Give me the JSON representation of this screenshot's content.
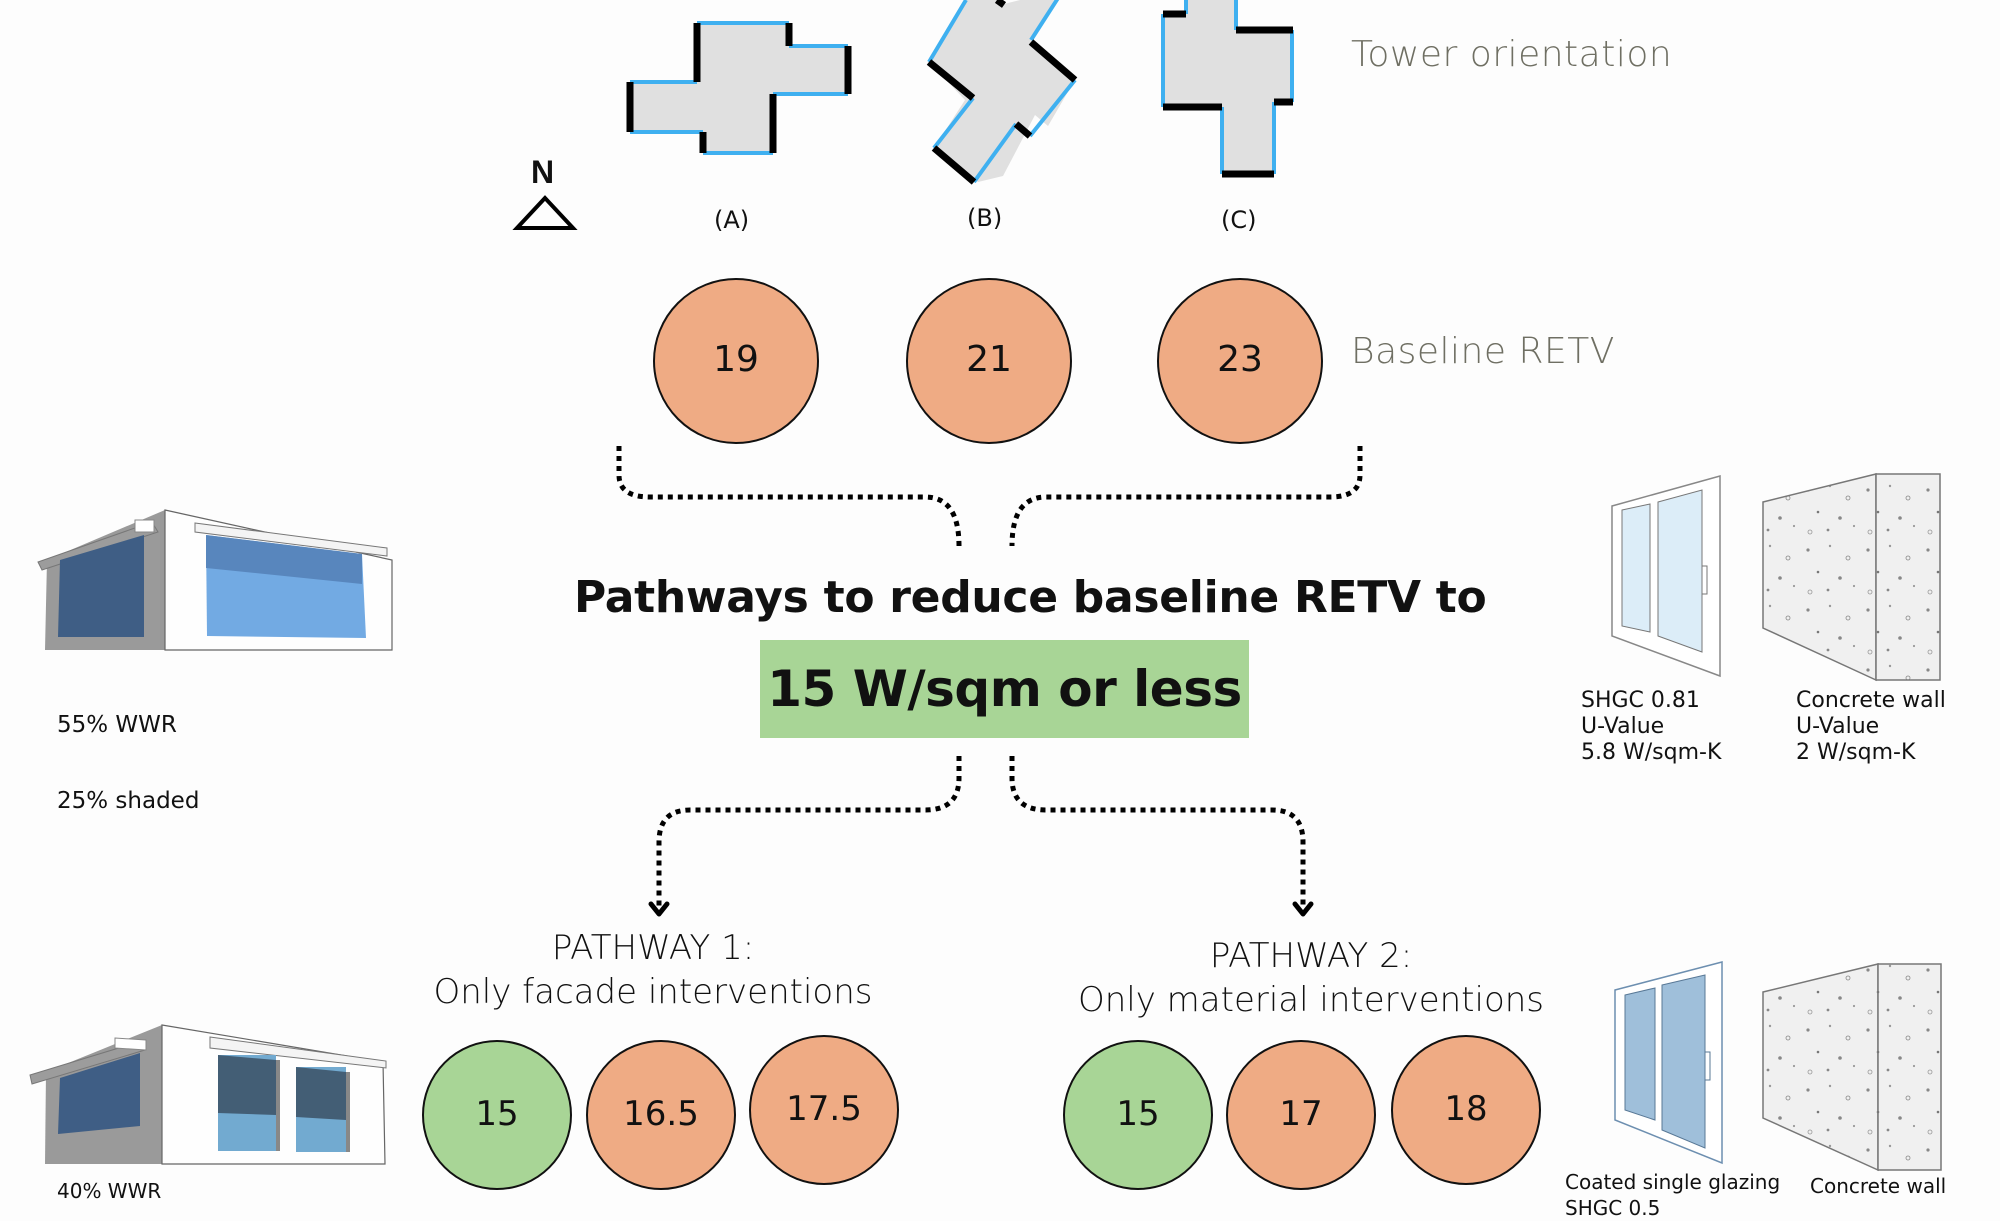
{
  "orientation": {
    "label": "Tower orientation",
    "north_label": "N",
    "towers": [
      {
        "id": "A",
        "label": "(A)"
      },
      {
        "id": "B",
        "label": "(B)"
      },
      {
        "id": "C",
        "label": "(C)"
      }
    ]
  },
  "baseline": {
    "label": "Baseline RETV",
    "values": [
      "19",
      "21",
      "23"
    ]
  },
  "goal": {
    "title": "Pathways to reduce baseline RETV to",
    "target": "15 W/sqm or less"
  },
  "pathway1": {
    "heading": "PATHWAY 1:",
    "subheading": "Only facade interventions",
    "values": [
      "15",
      "16.5",
      "17.5"
    ]
  },
  "pathway2": {
    "heading": "PATHWAY 2:",
    "subheading": "Only material interventions",
    "values": [
      "15",
      "17",
      "18"
    ]
  },
  "facade_baseline": {
    "line1": "55% WWR",
    "line2": "25% shaded"
  },
  "facade_improved": {
    "line1": "40% WWR"
  },
  "material_baseline": {
    "glazing": "SHGC 0.81\nU-Value\n5.8 W/sqm-K",
    "wall": "Concrete wall\nU-Value\n2 W/sqm-K"
  },
  "material_improved": {
    "glazing": "Coated single glazing\nSHGC 0.5",
    "wall": "Concrete wall"
  },
  "colors": {
    "meets_target": "#a8d596",
    "above_target": "#efab84",
    "glazed_edge": "#3fb0f0",
    "solid_edge": "#000000",
    "label_gray": "#6f6f63"
  }
}
